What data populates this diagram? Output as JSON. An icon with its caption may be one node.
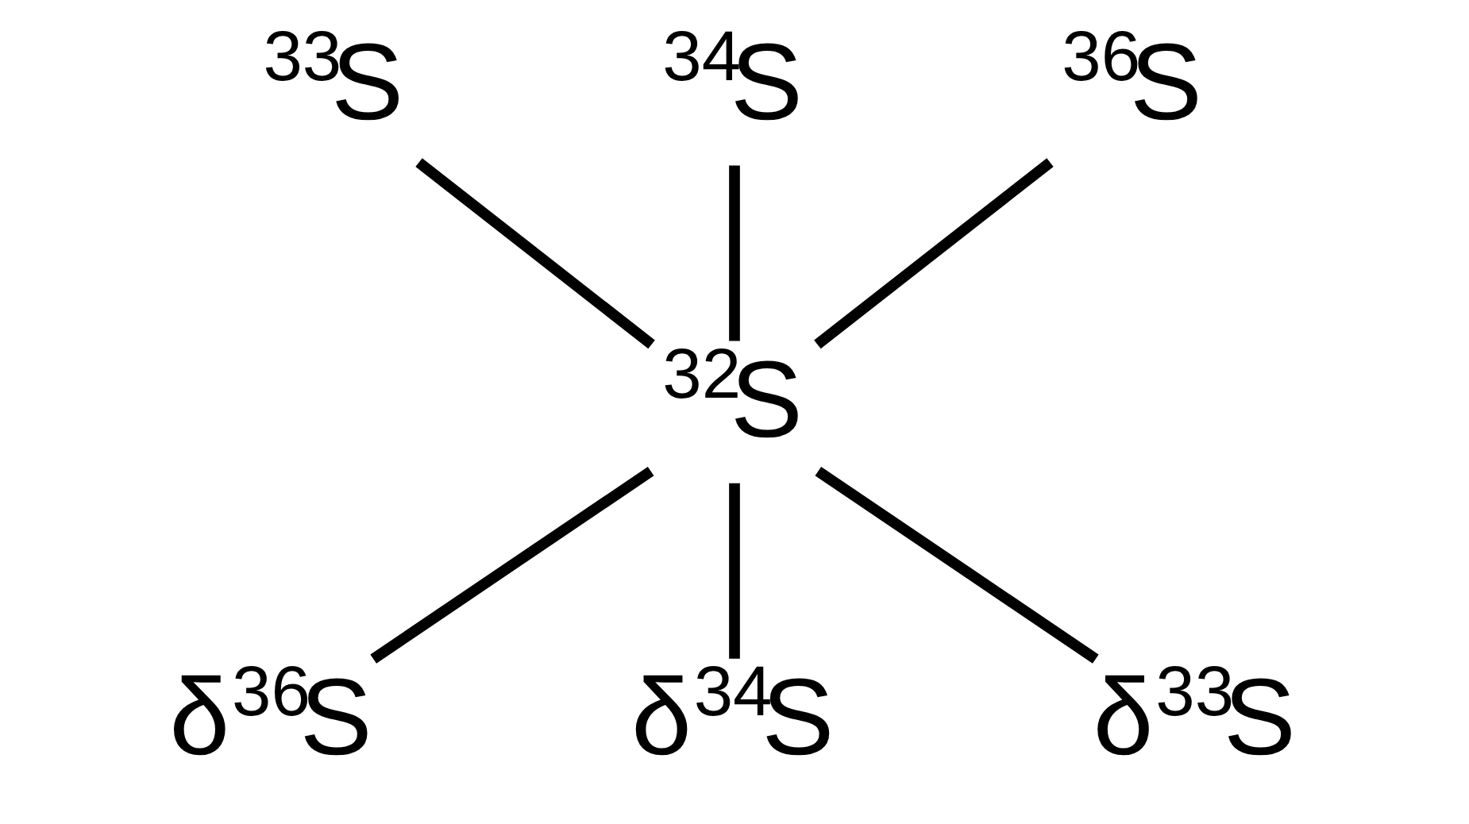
{
  "diagram": {
    "nodes": [
      {
        "text": [
          "$^{33}$S"
        ]
      },
      {
        "text": [
          "$^{34}$S"
        ]
      },
      {
        "text": [
          "$^{36}$S"
        ]
      },
      {
        "text": [
          "$^{32}$S"
        ]
      },
      {
        "text": [
          "δ$^{36}$S"
        ]
      },
      {
        "text": [
          "δ$^{34}$S"
        ]
      },
      {
        "text": [
          "δ$^{33}$S"
        ]
      }
    ],
    "edges": [
      {
        "from": 0,
        "to": 3,
        "arrow": "none"
      },
      {
        "from": 1,
        "to": 3,
        "arrow": "none"
      },
      {
        "from": 2,
        "to": 3,
        "arrow": "none"
      },
      {
        "from": 3,
        "to": 4,
        "arrow": "none"
      },
      {
        "from": 3,
        "to": 5,
        "arrow": "none"
      },
      {
        "from": 3,
        "to": 6,
        "arrow": "none"
      }
    ]
  }
}
